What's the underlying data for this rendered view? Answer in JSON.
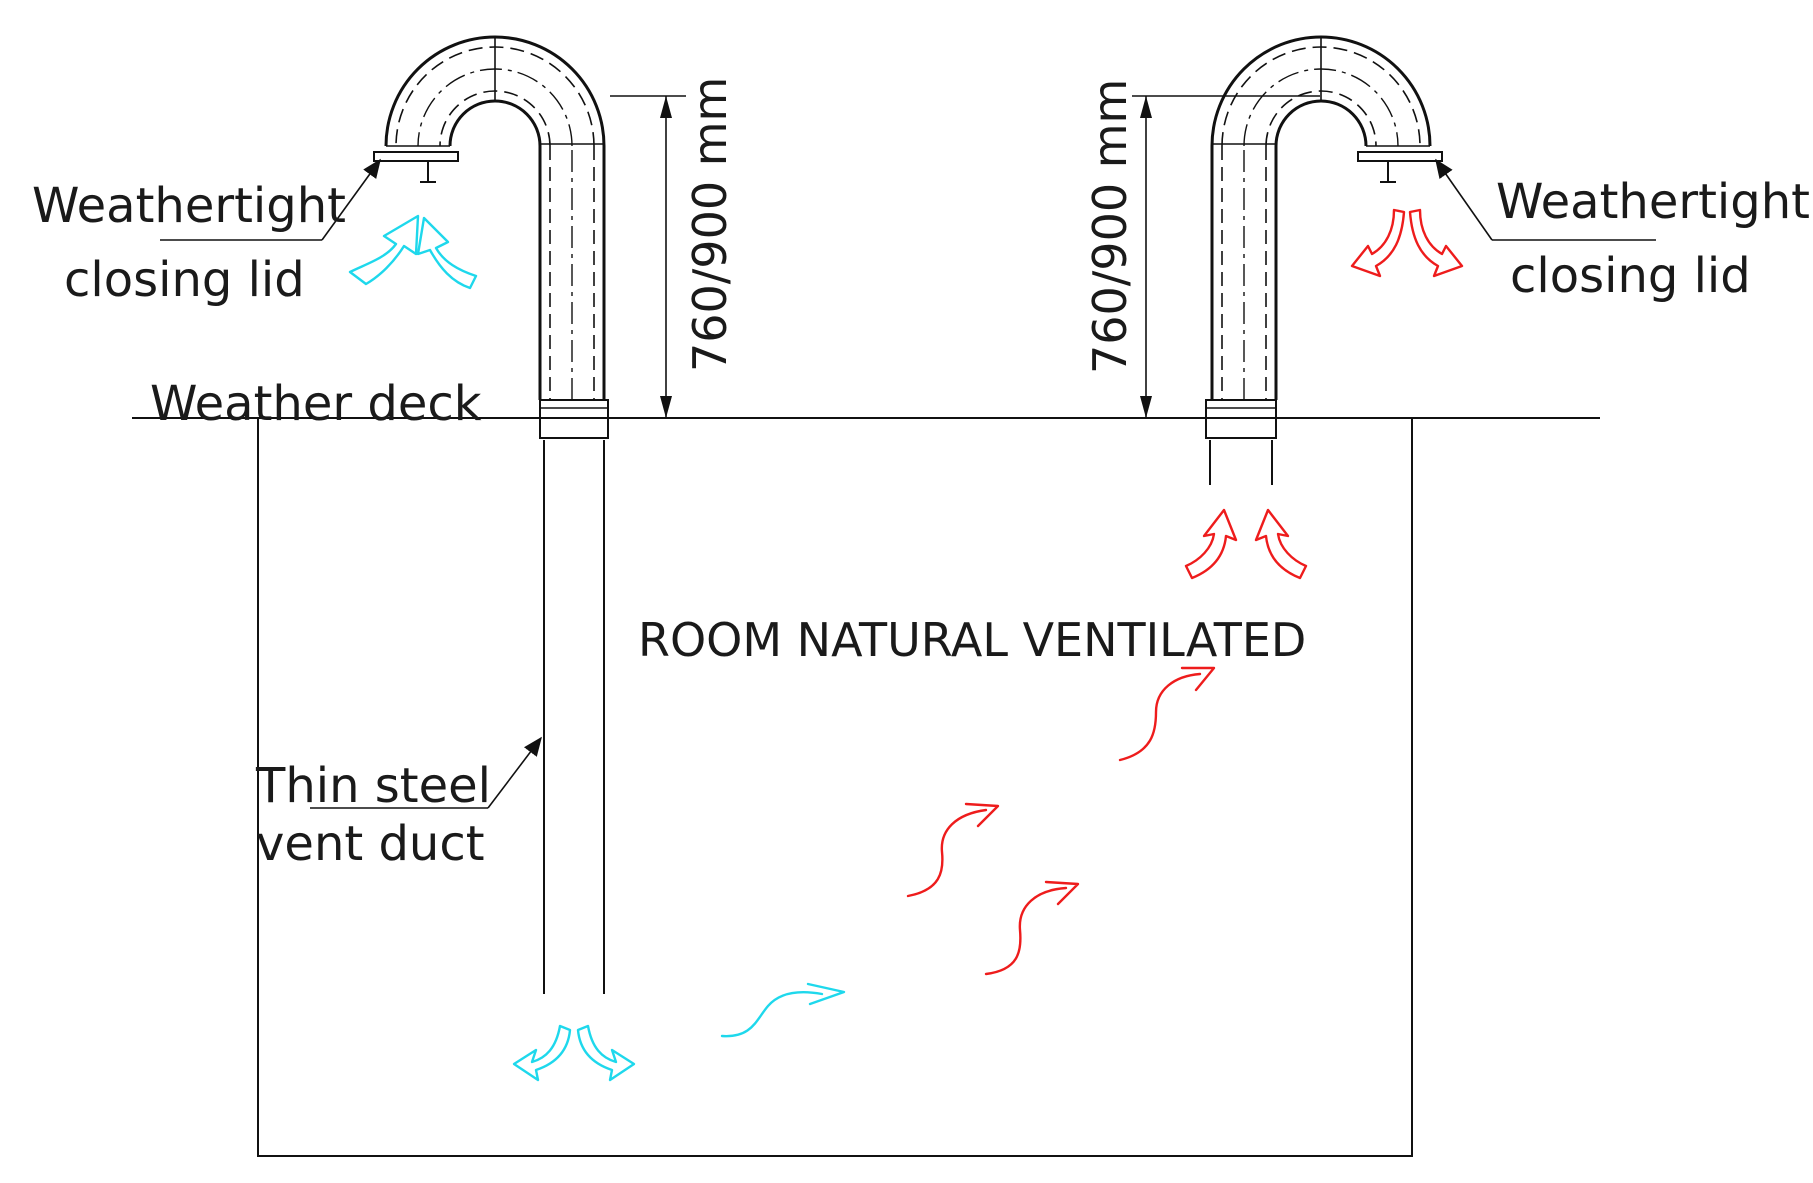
{
  "colors": {
    "line": "#111111",
    "intake_air": "#1ed8ec",
    "exhaust_air": "#ee1c1c"
  },
  "labels": {
    "lid_left_line1": "Weathertight",
    "lid_left_line2": "closing lid",
    "lid_right_line1": "Weathertight",
    "lid_right_line2": "closing lid",
    "weather_deck": "Weather deck",
    "height_left": "760/900 mm",
    "height_right": "760/900 mm",
    "room": "ROOM NATURAL VENTILATED",
    "duct_line1": "Thin steel",
    "duct_line2": "vent duct"
  }
}
